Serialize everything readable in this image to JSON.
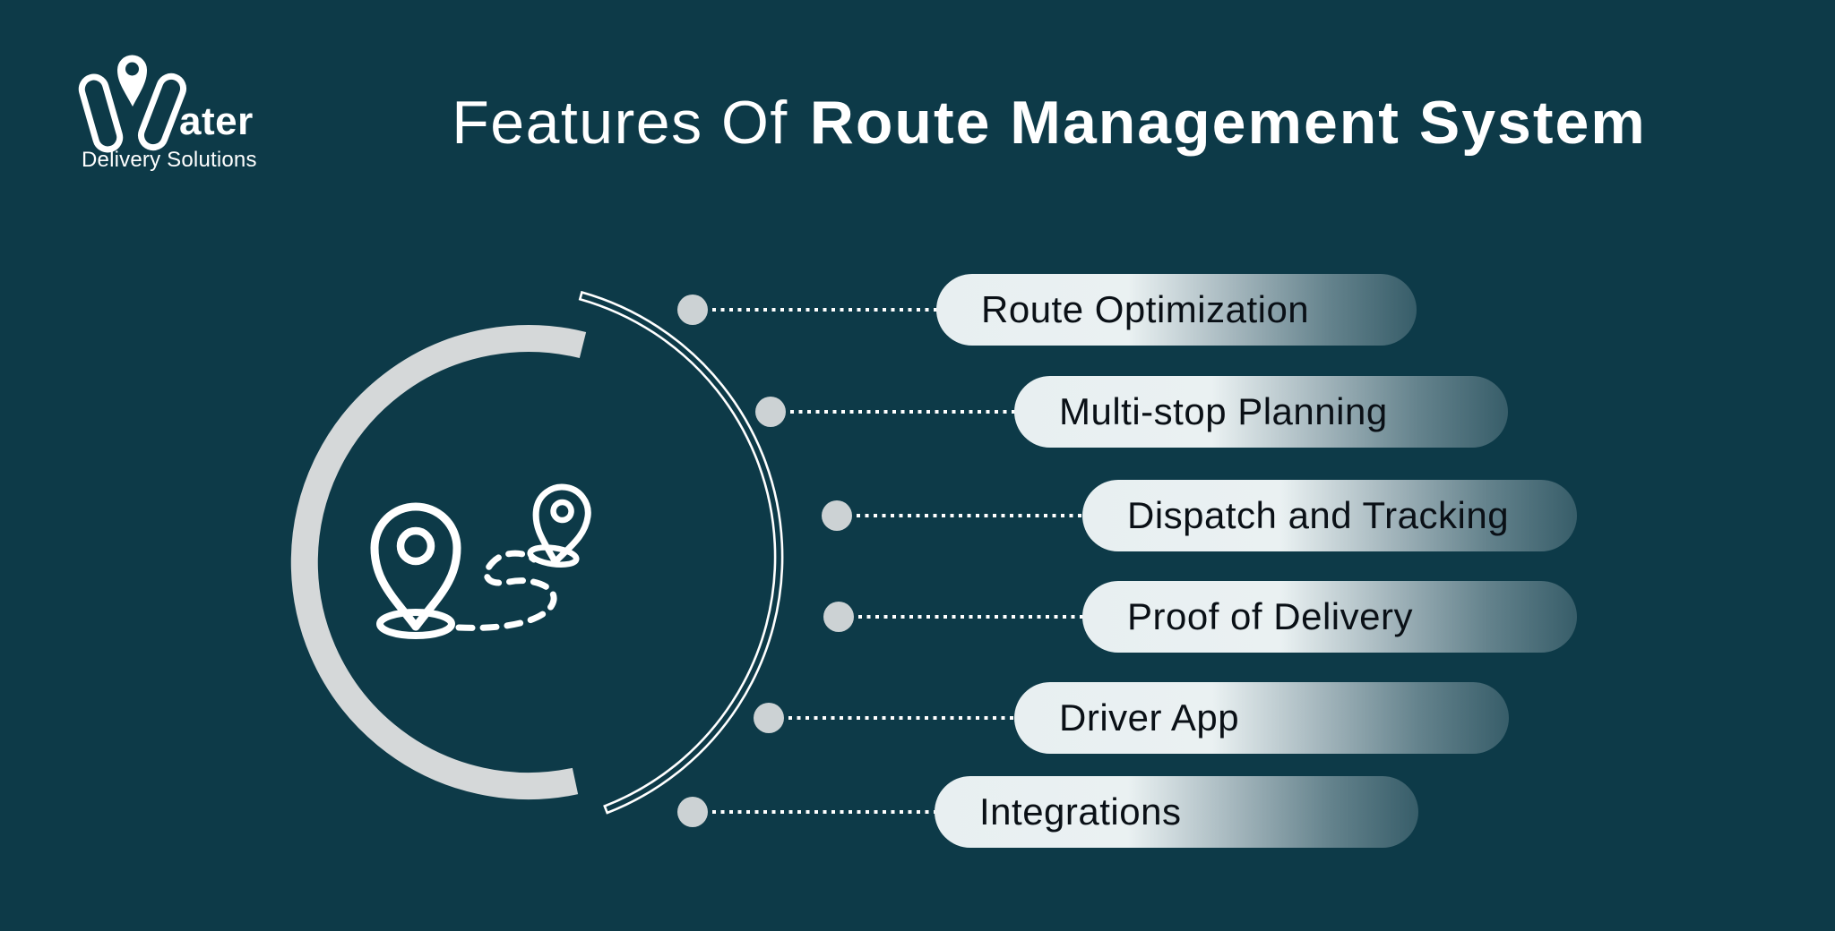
{
  "logo": {
    "brand_suffix": "ater",
    "tagline": "Delivery Solutions"
  },
  "title": {
    "prefix": "Features Of",
    "emphasis": "Route Management System"
  },
  "features": [
    "Route Optimization",
    "Multi-stop Planning",
    "Dispatch and Tracking",
    "Proof of Delivery",
    "Driver App",
    "Integrations"
  ],
  "icons": {
    "logo_mark": "location-pin-w-monogram",
    "center_icon": "route-between-two-location-pins"
  },
  "colors": {
    "background": "#0d3a48",
    "arc_gray": "#d5d8d9",
    "dot_gray": "#ccd2d4",
    "pill_light": "#e8eff1",
    "pill_text": "#0a1016",
    "white": "#ffffff"
  }
}
